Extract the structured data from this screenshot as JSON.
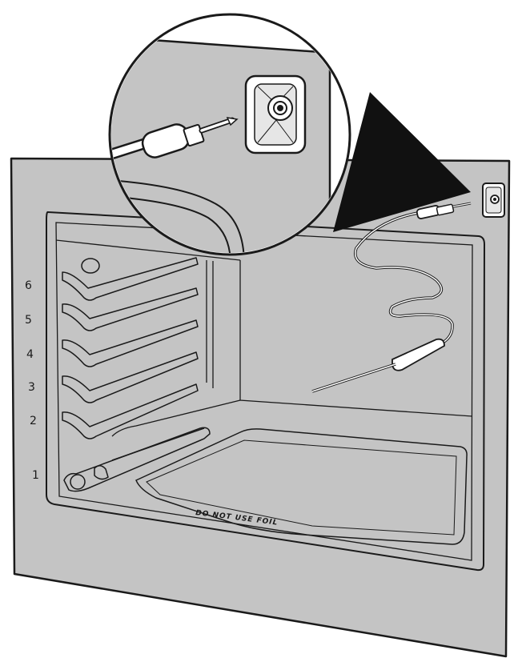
{
  "rack_positions": [
    "6",
    "5",
    "4",
    "3",
    "2",
    "1"
  ],
  "floor_text": "DO NOT USE FOIL",
  "colors": {
    "cavity_gray": "#c4c4c4",
    "outline": "#1a1a1a",
    "callout_wedge": "#111111",
    "background": "#ffffff"
  },
  "icons": [
    "temperature-probe",
    "probe-jack",
    "zoom-callout",
    "oven-rack-guide"
  ]
}
